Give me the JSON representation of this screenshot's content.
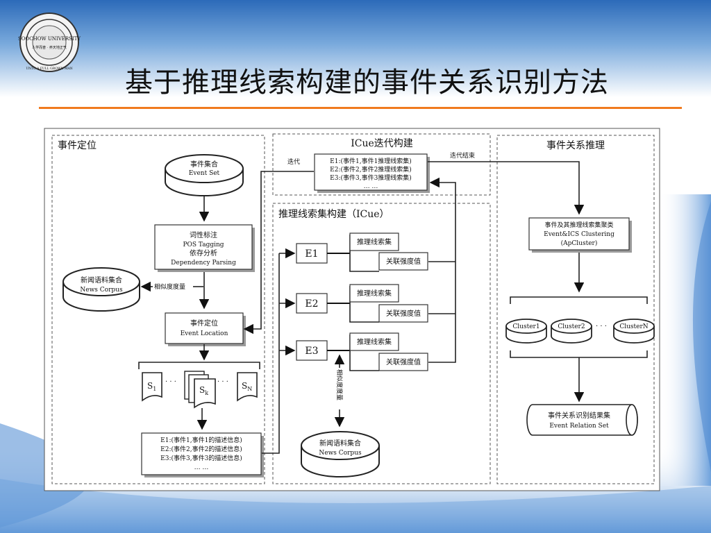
{
  "slide": {
    "title": "基于推理线索构建的事件关系识别方法",
    "logo": {
      "top_text": "人学而奋 · 养天地正气",
      "center_text": "SOOCHOW UNIVERSITY",
      "bottom_text": "UNTO A FULL GROWN MAN",
      "icon": "university-seal-icon"
    },
    "colors": {
      "accent_line": "#f07a1e",
      "header_blue": "#3d78c7",
      "border": "#333333"
    }
  },
  "diagram": {
    "panel1": {
      "label": "事件定位",
      "event_set": {
        "zh": "事件集合",
        "en": "Event Set"
      },
      "pos": {
        "l1": "词性标注",
        "l2": "POS Tagging",
        "l3": "依存分析",
        "l4": "Dependency Parsing"
      },
      "news": {
        "zh": "新闻语料集合",
        "en": "News Corpus"
      },
      "sim": "相似度度量",
      "location": {
        "zh": "事件定位",
        "en": "Event Location"
      },
      "docs": {
        "s1": "S",
        "s1sub": "1",
        "sk": "S",
        "sksub": "k",
        "sn": "S",
        "snsub": "N",
        "dots": "· · ·"
      },
      "result": [
        "E1:(事件1,事件1的描述信息)",
        "E2:(事件2,事件2的描述信息)",
        "E3:(事件3,事件3的描述信息)",
        "… …"
      ]
    },
    "panel2": {
      "label": "ICue迭代构建",
      "iter": "迭代",
      "iter_end": "迭代结束",
      "list": [
        "E1:(事件1,事件1推理线索集)",
        "E2:(事件2,事件2推理线索集)",
        "E3:(事件3,事件3推理线索集)",
        "… …"
      ]
    },
    "panel3": {
      "label": "推理线索集构建（ICue）",
      "events": [
        "E1",
        "E2",
        "E3"
      ],
      "cue": "推理线索集",
      "strength": "关联强度值",
      "sim": "相似度度量",
      "news": {
        "zh": "新闻语料集合",
        "en": "News Corpus"
      }
    },
    "panel4": {
      "label": "事件关系推理",
      "cluster_box": {
        "l1": "事件及其推理线索集聚类",
        "l2": "Event&ICS Clustering",
        "l3": "(ApCluster)"
      },
      "clusters": [
        "Cluster1",
        "Cluster2",
        "ClusterN"
      ],
      "cluster_dots": "· · ·",
      "result": {
        "zh": "事件关系识别结果集",
        "en": "Event Relation Set"
      }
    }
  }
}
